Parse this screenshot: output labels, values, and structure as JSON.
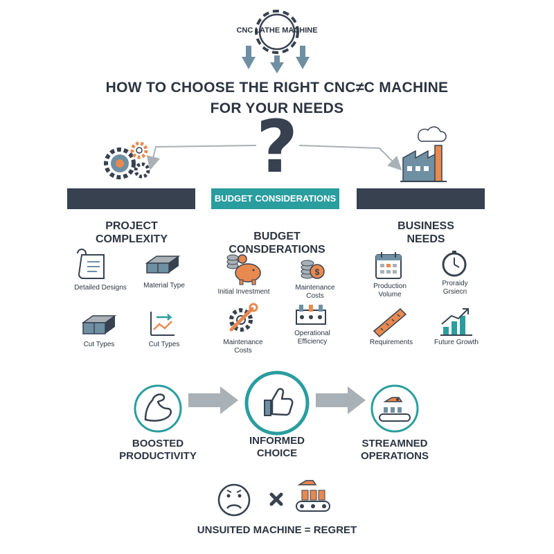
{
  "header": {
    "machine_label": "CNC LATHE MACHINE",
    "title_line1": "HOW TO CHOOSE THE RIGHT CNC≠C MACHINE",
    "title_line2": "FOR YOUR NEEDS",
    "question_mark": "?"
  },
  "banner": {
    "label": "BUDGET CONSIDERATIONS"
  },
  "columns": [
    {
      "heading_line1": "PROJECT",
      "heading_line2": "COMPLEXITY",
      "items": [
        {
          "label": "Detailed Designs",
          "icon": "scroll-icon"
        },
        {
          "label": "Material Type",
          "icon": "metal-bars-icon"
        },
        {
          "label": "Cut Types",
          "icon": "metal-block-icon"
        },
        {
          "label": "Cut Types",
          "icon": "chart-arrow-icon"
        }
      ]
    },
    {
      "heading_line1": "BUDGET",
      "heading_line2": "CONSDERATIONS",
      "items": [
        {
          "label": "Initial Investment",
          "icon": "piggy-bank-icon"
        },
        {
          "label": "Maintenance Costs",
          "icon": "coins-icon"
        },
        {
          "label": "Maintenance Costs",
          "icon": "wrench-gear-icon"
        },
        {
          "label": "Operational Efficiency",
          "icon": "factory-line-icon"
        }
      ]
    },
    {
      "heading_line1": "BUSINESS",
      "heading_line2": "NEEDS",
      "items": [
        {
          "label": "Production Volume",
          "icon": "calendar-icon"
        },
        {
          "label": "Proraidy Grsiecn",
          "icon": "stopwatch-icon"
        },
        {
          "label": "Requirements",
          "icon": "ruler-icon"
        },
        {
          "label": "Future Growth",
          "icon": "growth-chart-icon"
        }
      ]
    }
  ],
  "outcomes": [
    {
      "line1": "BOOSTED",
      "line2": "PRODUCTIVITY",
      "icon": "flexed-arm-icon"
    },
    {
      "line1": "INFORMED",
      "line2": "CHOICE",
      "icon": "thumbs-up-icon"
    },
    {
      "line1": "STREAMNED",
      "line2": "OPERATIONS",
      "icon": "conveyor-icon"
    }
  ],
  "footer": {
    "text": "UNSUITED MACHINE = REGRET"
  },
  "colors": {
    "dark": "#37414f",
    "teal": "#2a9d9f",
    "orange": "#e8894f",
    "grey": "#a9b0b6",
    "slate": "#6f8fa3"
  }
}
